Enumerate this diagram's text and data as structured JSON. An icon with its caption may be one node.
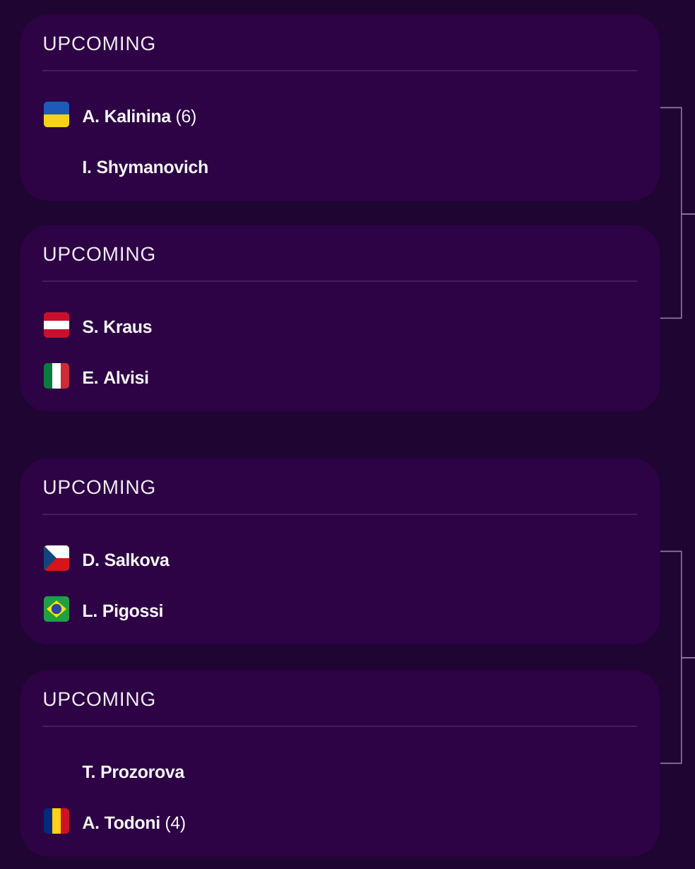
{
  "diagram": {
    "nodes": [
      {
        "text": [
          "UPCOMING",
          "**A. Kalinina** (6)",
          "I. Shymanovich"
        ]
      },
      {
        "text": [
          "UPCOMING",
          "S. Kraus",
          "E. Alvisi"
        ]
      },
      {
        "text": [
          "UPCOMING",
          "D. Salkova",
          "L. Pigossi"
        ]
      },
      {
        "text": [
          "UPCOMING",
          "T. Prozorova",
          "**A. Todoni** (4)"
        ]
      }
    ],
    "edges": [
      {
        "from": 0,
        "to": null,
        "arrow": "none"
      },
      {
        "from": 1,
        "to": null,
        "arrow": "none"
      },
      {
        "from": 2,
        "to": null,
        "arrow": "none"
      },
      {
        "from": 3,
        "to": null,
        "arrow": "none"
      }
    ]
  }
}
